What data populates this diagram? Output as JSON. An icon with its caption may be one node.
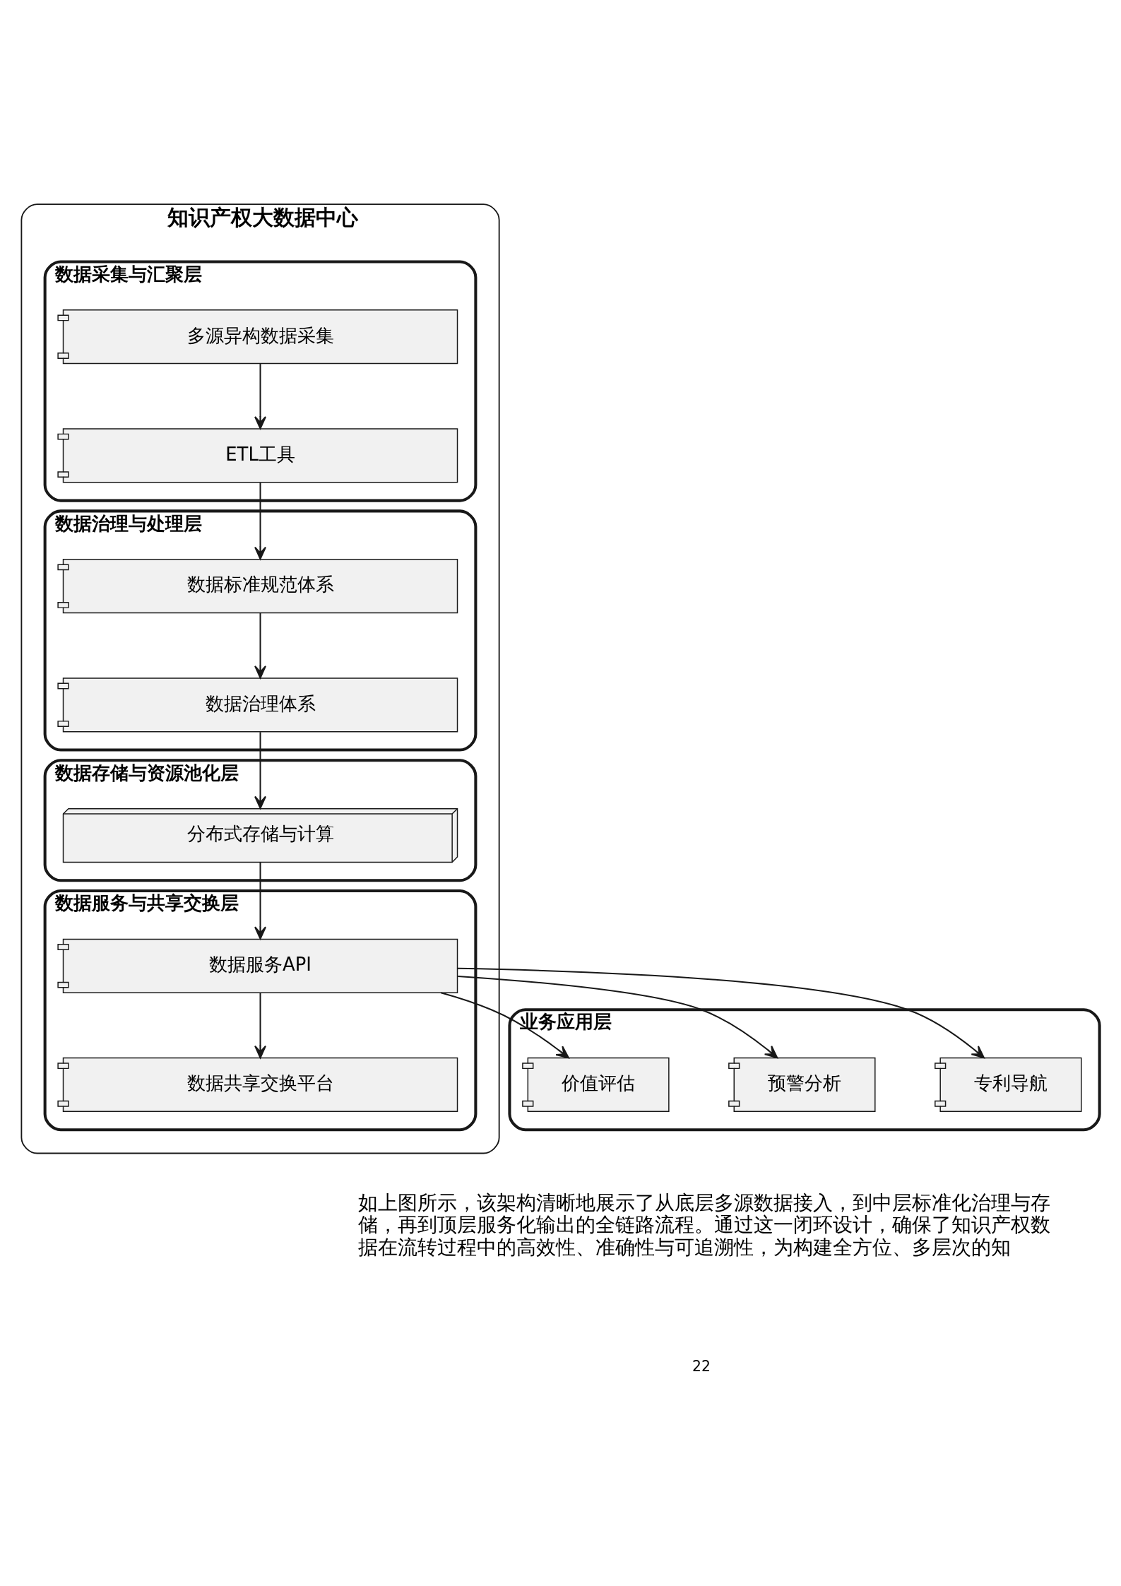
{
  "diagram": {
    "nodes": [
      {
        "text": [
          "知识产权大数据中心"
        ]
      },
      {
        "text": [
          "数据采集与汇聚层"
        ],
        "in": 0
      },
      {
        "text": [
          "多源异构数据采集"
        ],
        "in": 1
      },
      {
        "text": [
          "ETL工具"
        ],
        "in": 1
      },
      {
        "text": [
          "数据治理与处理层"
        ],
        "in": 0
      },
      {
        "text": [
          "数据标准规范体系"
        ],
        "in": 4
      },
      {
        "text": [
          "数据治理体系"
        ],
        "in": 4
      },
      {
        "text": [
          "数据存储与资源池化层"
        ],
        "in": 0
      },
      {
        "text": [
          "分布式存储与计算"
        ],
        "in": 7
      },
      {
        "text": [
          "数据服务与共享交换层"
        ],
        "in": 0
      },
      {
        "text": [
          "数据服务API"
        ],
        "in": 9
      },
      {
        "text": [
          "数据共享交换平台"
        ],
        "in": 9
      },
      {
        "text": [
          "业务应用层"
        ]
      },
      {
        "text": [
          "价值评估"
        ],
        "in": 12
      },
      {
        "text": [
          "预警分析"
        ],
        "in": 12
      },
      {
        "text": [
          "专利导航"
        ],
        "in": 12
      }
    ],
    "edges": [
      {
        "from": 2,
        "to": 3,
        "arrow": "to"
      },
      {
        "from": 3,
        "to": 5,
        "arrow": "to"
      },
      {
        "from": 5,
        "to": 6,
        "arrow": "to"
      },
      {
        "from": 6,
        "to": 8,
        "arrow": "to"
      },
      {
        "from": 8,
        "to": 10,
        "arrow": "to"
      },
      {
        "from": 10,
        "to": 11,
        "arrow": "to"
      },
      {
        "from": 10,
        "to": 13,
        "arrow": "to"
      },
      {
        "from": 10,
        "to": 14,
        "arrow": "to"
      },
      {
        "from": 10,
        "to": 15,
        "arrow": "to"
      }
    ],
    "labels": [
      "如上图所示，该架构清晰地展示了从底层多源数据接入，到中层标准化治理与存储，再到顶层服务化输出的全链路流程。通过这一闭环设计，确保了知识产权数据在流转过程中的高效性、准确性与可追溯性，为构建全方位、多层次的知",
      "22"
    ]
  }
}
